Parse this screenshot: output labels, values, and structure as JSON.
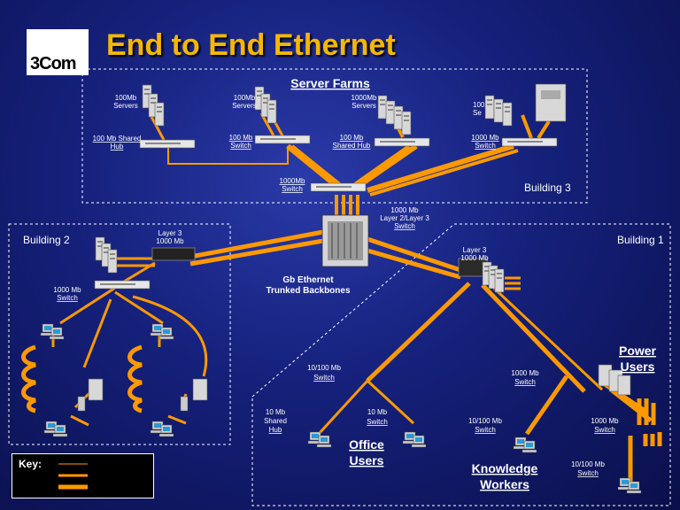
{
  "logo": "3Com",
  "title": "End to End Ethernet",
  "groups": {
    "server_farms": "Server Farms",
    "office_users_1": "Office",
    "office_users_2": "Users",
    "knowledge_1": "Knowledge",
    "knowledge_2": "Workers",
    "power_1": "Power",
    "power_2": "Users"
  },
  "buildings": {
    "b1": "Building 1",
    "b2": "Building 2",
    "b3": "Building 3"
  },
  "servers": {
    "s1_a": "100Mb",
    "s1_b": "Servers",
    "s2_a": "100Mb",
    "s2_b": "Servers",
    "s3_a": "1000Mb",
    "s3_b": "Servers",
    "s4_a": "100",
    "s4_b": "Se"
  },
  "devices": {
    "hub1_a": "100 Mb Shared",
    "hub1_b": "Hub",
    "sw2_a": "100 Mb",
    "sw2_b": "Switch",
    "hub3_a": "100 Mb",
    "hub3_b": "Shared Hub",
    "sw4_a": "1000 Mb",
    "sw4_b": "Switch",
    "core_sw_a": "1000Mb",
    "core_sw_b": "Switch",
    "backbone_a": "1000 Mb",
    "backbone_b": "Layer 2/Layer 3",
    "backbone_c": "Switch",
    "gb_a": "Gb Ethernet",
    "gb_b": "Trunked Backbones",
    "b2_l3_a": "Layer 3",
    "b2_l3_b": "1000 Mb",
    "b2_sw_a": "1000 Mb",
    "b2_sw_b": "Switch",
    "b1_l3_a": "Layer 3",
    "b1_l3_b": "1000 Mb",
    "sw1010_a": "10/100 Mb",
    "sw1010_b": "Switch",
    "hub10_a": "10 Mb",
    "hub10_b": "Shared",
    "hub10_c": "Hub",
    "sw10_a": "10 Mb",
    "sw10_b": "Switch",
    "ksw_a": "10/100 Mb",
    "ksw_b": "Switch",
    "pw1000_a": "1000 Mb",
    "pw1000_b": "Switch",
    "b1_1000_a": "1000 Mb",
    "b1_1000_b": "Switch",
    "pw1010_a": "10/100 Mb",
    "pw1010_b": "Switch"
  },
  "key": {
    "label": "Key:"
  },
  "colors": {
    "link": "#ff9900",
    "title": "#f5b800"
  }
}
